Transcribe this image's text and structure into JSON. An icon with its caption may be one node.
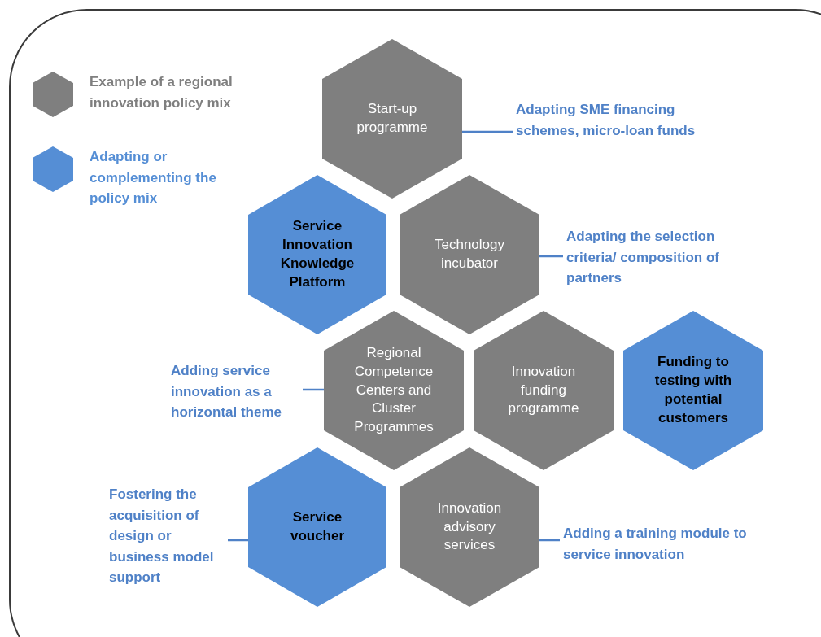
{
  "diagram": {
    "nodes": [
      {
        "text": [
          "Start-up programme"
        ]
      },
      {
        "text": [
          "Adapting SME financing schemes, micro-loan funds"
        ]
      },
      {
        "text": [
          "Service Innovation Knowledge Platform"
        ]
      },
      {
        "text": [
          "Technology incubator"
        ]
      },
      {
        "text": [
          "Adapting the selection criteria/ composition of partners"
        ]
      },
      {
        "text": [
          "Adding service innovation as a horizontal theme"
        ]
      },
      {
        "text": [
          "Regional Competence Centers and Cluster Programmes"
        ]
      },
      {
        "text": [
          "Innovation funding programme"
        ]
      },
      {
        "text": [
          "Funding to testing with potential customers"
        ]
      },
      {
        "text": [
          "Fostering the acquisition of design or business model support"
        ]
      },
      {
        "text": [
          "Service voucher"
        ]
      },
      {
        "text": [
          "Innovation advisory services"
        ]
      },
      {
        "text": [
          "Adding a training module to service innovation"
        ]
      }
    ],
    "edges": [
      {
        "from": 1,
        "to": 0,
        "arrow": "none"
      },
      {
        "from": 4,
        "to": 3,
        "arrow": "none"
      },
      {
        "from": 5,
        "to": 6,
        "arrow": "none"
      },
      {
        "from": 9,
        "to": 10,
        "arrow": "none"
      },
      {
        "from": 12,
        "to": 11,
        "arrow": "none"
      }
    ],
    "legend": [
      {
        "text": "Example of a regional innovation policy mix",
        "color": "#7f7f7f"
      },
      {
        "text": "Adapting or complementing the policy mix",
        "color": "#558ed5"
      }
    ]
  }
}
